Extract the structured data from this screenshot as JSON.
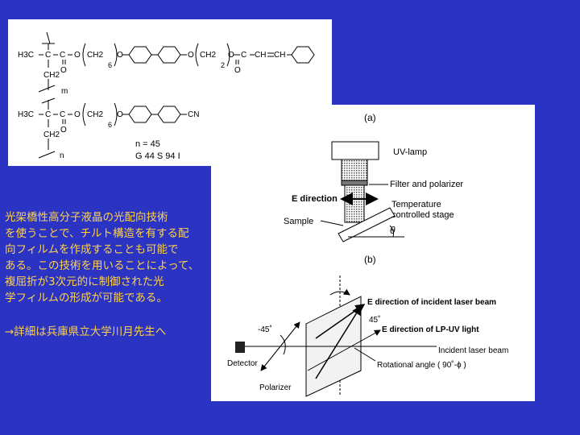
{
  "polymer": {
    "top_unit": {
      "h3c": "H3C",
      "c_center": "C",
      "ester": "C",
      "o_ester": "O",
      "o_carbonyl": "O",
      "spacer": "CH2",
      "spacer_n": "6",
      "o_link": "O",
      "o_link2": "O",
      "spacer2": "CH2",
      "spacer2_n": "2",
      "o_ester2": "O",
      "c_ester2": "C",
      "o_carbonyl2": "O",
      "ch1": "CH",
      "ch2": "CH",
      "eq": "="
    },
    "backbone": "CH2",
    "m": "m",
    "bottom_unit": {
      "h3c": "H3C",
      "c_center": "C",
      "ester": "C",
      "o_ester": "O",
      "o_carbonyl": "O",
      "spacer": "CH2",
      "spacer_n": "6",
      "o_link": "O",
      "cn": "CN"
    },
    "backbone2": "CH2",
    "n": "n",
    "n_value": "n = 45",
    "phase": "G 44 S 94 I"
  },
  "figure_a": {
    "label": "(a)",
    "uv_lamp": "UV-lamp",
    "filter": "Filter and polarizer",
    "e_direction": "E direction",
    "temperature_line1": "Temperature",
    "temperature_line2": "controlled stage",
    "sample": "Sample",
    "theta": "θ"
  },
  "figure_b": {
    "label": "(b)",
    "e_incident": "E direction of incident laser beam",
    "e_lpuv": "E direction of LP-UV light",
    "incident_beam": "Incident laser beam",
    "angle_45": "45˚",
    "angle_neg45": "-45˚",
    "detector": "Detector",
    "rotational": "Rotational angle ( 90˚-ϕ )",
    "polarizer": "Polarizer"
  },
  "body_text": {
    "lines": [
      "光架橋性高分子液晶の光配向技術",
      "を使うことで、チルト構造を有する配",
      "向フィルムを作成することも可能で",
      "ある。この技術を用いることによって、",
      "複屈折が3次元的に制御された光",
      "学フィルムの形成が可能である。"
    ],
    "note": "→詳細は兵庫県立大学川月先生へ"
  },
  "colors": {
    "background": "#2a33c2",
    "text": "#ffd24a",
    "panel": "#ffffff"
  }
}
